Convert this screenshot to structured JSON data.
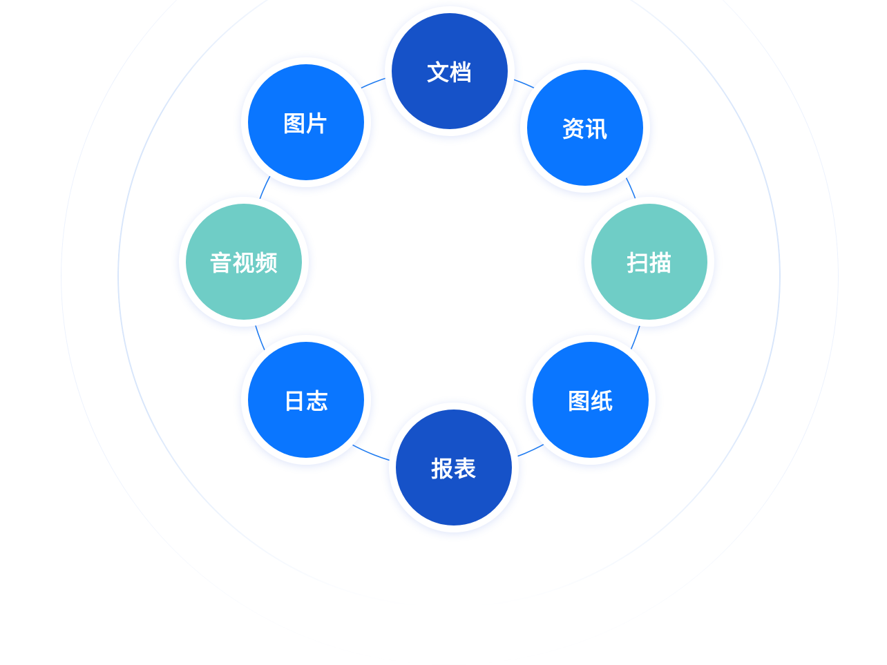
{
  "colors": {
    "dark": "#1652C8",
    "bright": "#0A76FF",
    "teal": "#6FCDC6",
    "line": "#1E7BF0"
  },
  "nodes": [
    {
      "label": "文档",
      "color": "dark"
    },
    {
      "label": "资讯",
      "color": "bright"
    },
    {
      "label": "扫描",
      "color": "teal"
    },
    {
      "label": "图纸",
      "color": "bright"
    },
    {
      "label": "报表",
      "color": "dark"
    },
    {
      "label": "日志",
      "color": "bright"
    },
    {
      "label": "音视频",
      "color": "teal"
    },
    {
      "label": "图片",
      "color": "bright"
    }
  ]
}
